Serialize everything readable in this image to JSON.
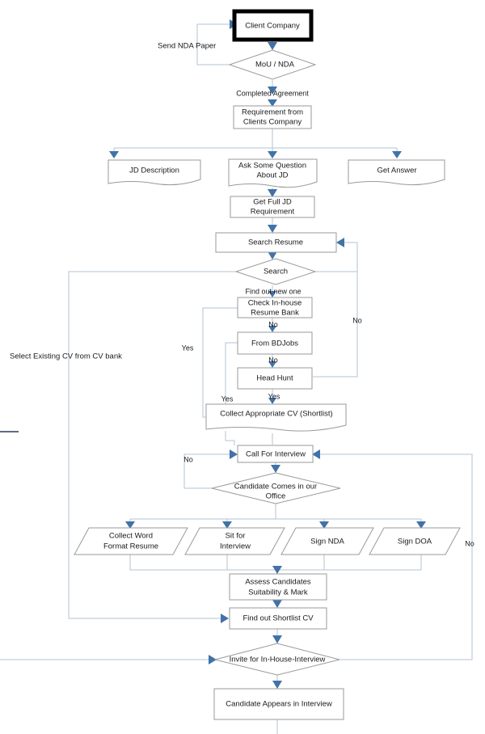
{
  "diagram": {
    "title": "Recruitment Process Flowchart",
    "colors": {
      "connector": "#b3c3d3",
      "connector_dark": "#5a6d82",
      "arrowhead": "#4172a8",
      "node_border": "#9a9a9a",
      "node_border_emphasis": "#000000",
      "node_fill": "#ffffff",
      "text": "#1a1a1a"
    },
    "nodes": [
      {
        "id": "client-company",
        "shape": "process-emphasis",
        "label": "Client Company",
        "lines": [
          "Client Company"
        ]
      },
      {
        "id": "mou-nda",
        "shape": "decision",
        "label": "MoU / NDA",
        "lines": [
          "MoU / NDA"
        ]
      },
      {
        "id": "requirement",
        "shape": "process",
        "label": "Requirement from Clients Company",
        "lines": [
          "Requirement from",
          "Clients Company"
        ]
      },
      {
        "id": "jd-description",
        "shape": "document",
        "label": "JD Description",
        "lines": [
          "JD Description"
        ]
      },
      {
        "id": "ask-question",
        "shape": "document",
        "label": "Ask Some Question About JD",
        "lines": [
          "Ask Some Question",
          "About JD"
        ]
      },
      {
        "id": "get-answer",
        "shape": "document",
        "label": "Get Answer",
        "lines": [
          "Get Answer"
        ]
      },
      {
        "id": "get-full-jd",
        "shape": "process",
        "label": "Get Full JD Requirement",
        "lines": [
          "Get Full JD",
          "Requirement"
        ]
      },
      {
        "id": "search-resume",
        "shape": "process",
        "label": "Search Resume",
        "lines": [
          "Search Resume"
        ]
      },
      {
        "id": "search",
        "shape": "decision",
        "label": "Search",
        "lines": [
          "Search"
        ]
      },
      {
        "id": "check-inhouse",
        "shape": "process",
        "label": "Check In-house Resume Bank",
        "lines": [
          "Check In-house",
          "Resume Bank"
        ]
      },
      {
        "id": "from-bdjobs",
        "shape": "process",
        "label": "From BDJobs",
        "lines": [
          "From BDJobs"
        ]
      },
      {
        "id": "head-hunt",
        "shape": "process",
        "label": "Head Hunt",
        "lines": [
          "Head Hunt"
        ]
      },
      {
        "id": "collect-cv",
        "shape": "document",
        "label": "Collect Appropriate CV (Shortlist)",
        "lines": [
          "Collect Appropriate CV (Shortlist)"
        ]
      },
      {
        "id": "call-for-interview",
        "shape": "process",
        "label": "Call For Interview",
        "lines": [
          "Call For Interview"
        ]
      },
      {
        "id": "candidate-comes",
        "shape": "decision",
        "label": "Candidate Comes in our Office",
        "lines": [
          "Candidate Comes in our",
          "Office"
        ]
      },
      {
        "id": "collect-word-resume",
        "shape": "parallelogram",
        "label": "Collect Word Format Resume",
        "lines": [
          "Collect Word",
          "Format Resume"
        ]
      },
      {
        "id": "sit-for-interview",
        "shape": "parallelogram",
        "label": "Sit for Interview",
        "lines": [
          "Sit for",
          "Interview"
        ]
      },
      {
        "id": "sign-nda",
        "shape": "parallelogram",
        "label": "Sign NDA",
        "lines": [
          "Sign NDA"
        ]
      },
      {
        "id": "sign-doa",
        "shape": "parallelogram",
        "label": "Sign DOA",
        "lines": [
          "Sign DOA"
        ]
      },
      {
        "id": "assess-candidates",
        "shape": "process",
        "label": "Assess Candidates Suitability & Mark",
        "lines": [
          "Assess Candidates",
          "Suitability & Mark"
        ]
      },
      {
        "id": "find-shortlist-cv",
        "shape": "process",
        "label": "Find out Shortlist CV",
        "lines": [
          "Find out Shortlist CV"
        ]
      },
      {
        "id": "invite-inhouse",
        "shape": "decision",
        "label": "Invite for In-House-Interview",
        "lines": [
          "Invite for In-House-Interview"
        ]
      },
      {
        "id": "candidate-appears",
        "shape": "process",
        "label": "Candidate Appears in Interview",
        "lines": [
          "Candidate Appears in Interview"
        ]
      }
    ],
    "edge_labels": [
      {
        "id": "send-nda-paper",
        "text": "Send NDA Paper"
      },
      {
        "id": "completed-agreement",
        "text": "Completed Agreement"
      },
      {
        "id": "find-out-new-one",
        "text": "Find out new one"
      },
      {
        "id": "select-existing-cv",
        "text": "Select Existing CV from CV bank"
      },
      {
        "id": "no-inhouse",
        "text": "No"
      },
      {
        "id": "no-bdjobs",
        "text": "No"
      },
      {
        "id": "no-search-right",
        "text": "No"
      },
      {
        "id": "yes-search-left",
        "text": "Yes"
      },
      {
        "id": "yes-headhunt",
        "text": "Yes"
      },
      {
        "id": "yes-bdjobs-left",
        "text": "Yes"
      },
      {
        "id": "no-call-interview",
        "text": "No"
      },
      {
        "id": "no-right-outer",
        "text": "No"
      }
    ]
  }
}
